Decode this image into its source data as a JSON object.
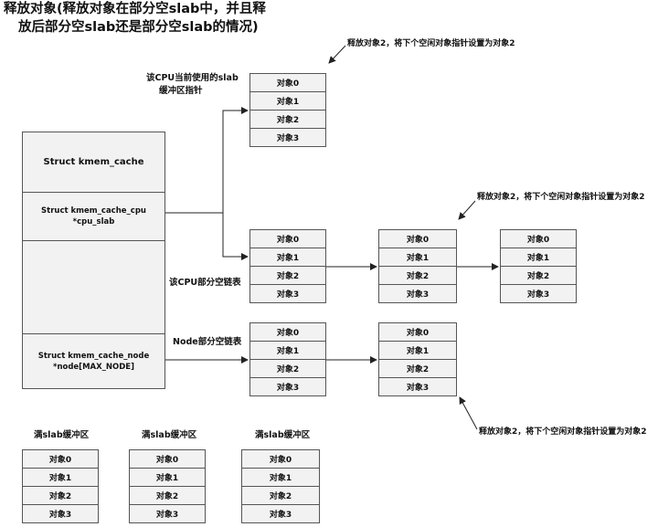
{
  "title": {
    "line1": "释放对象(释放对象在部分空slab中，并且释",
    "line2": "放后部分空slab还是部分空slab的情况)"
  },
  "kmem_cache": {
    "struct_label": "Struct kmem_cache",
    "cpu_slab_label": "Struct kmem_cache_cpu *cpu_slab",
    "node_label_line1": "Struct kmem_cache_node",
    "node_label_line2": "*node[MAX_NODE]"
  },
  "labels": {
    "cpu_current_line1": "该CPU当前使用的slab",
    "cpu_current_line2": "缓冲区指针",
    "cpu_partial": "该CPU部分空链表",
    "node_partial": "Node部分空链表",
    "full_slab_1": "满slab缓冲区",
    "full_slab_2": "满slab缓冲区",
    "full_slab_3": "满slab缓冲区"
  },
  "annotations": {
    "top": "释放对象2，将下个空闲对象指针设置为对象2",
    "middle": "释放对象2，将下个空闲对象指针设置为对象2",
    "bottom": "释放对象2，将下个空闲对象指针设置为对象2"
  },
  "object_cells": [
    "对象0",
    "对象1",
    "对象2",
    "对象3"
  ]
}
